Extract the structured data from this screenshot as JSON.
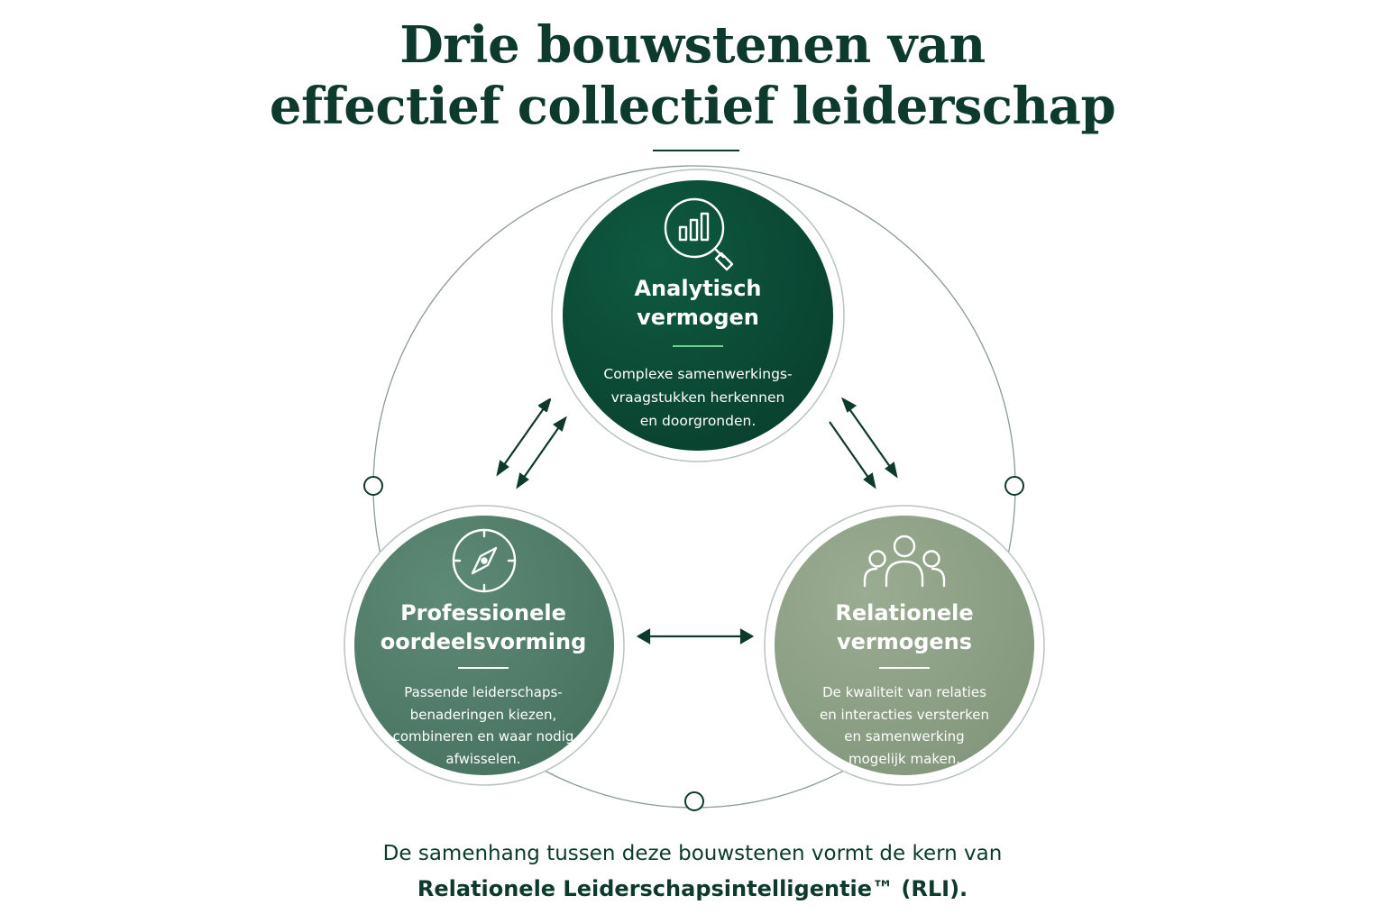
{
  "title": {
    "line1": "Drie bouwstenen van",
    "line2": "effectief collectief leiderschap"
  },
  "blocks": [
    {
      "id": "analytisch",
      "icon": "magnifier-bar-chart-icon",
      "title_lines": [
        "Analytisch",
        "vermogen"
      ],
      "desc_lines": [
        "Complexe samenwerkings-",
        "vraagstukken herkennen",
        "en doorgronden."
      ]
    },
    {
      "id": "professioneel",
      "icon": "compass-icon",
      "title_lines": [
        "Professionele",
        "oordeelsvorming"
      ],
      "desc_lines": [
        "Passende leiderschaps-",
        "benaderingen kiezen,",
        "combineren en waar nodig",
        "afwisselen."
      ]
    },
    {
      "id": "relationeel",
      "icon": "people-group-icon",
      "title_lines": [
        "Relationele",
        "vermogens"
      ],
      "desc_lines": [
        "De kwaliteit van relaties",
        "en interacties versterken",
        "en samenwerking",
        "mogelijk maken."
      ]
    }
  ],
  "footer": {
    "line1": "De samenhang tussen deze bouwstenen vormt de kern van",
    "line2": "Relationele Leiderschapsintelligentie™ (RLI)."
  },
  "colors": {
    "title": "#0d3a2c",
    "analytisch": "#0d4a35",
    "professioneel": "#4f7a68",
    "relationeel": "#8da086",
    "connector": "#7c8f86",
    "arrow": "#0d3a2c",
    "accent_rule": "#6fcf8f"
  }
}
